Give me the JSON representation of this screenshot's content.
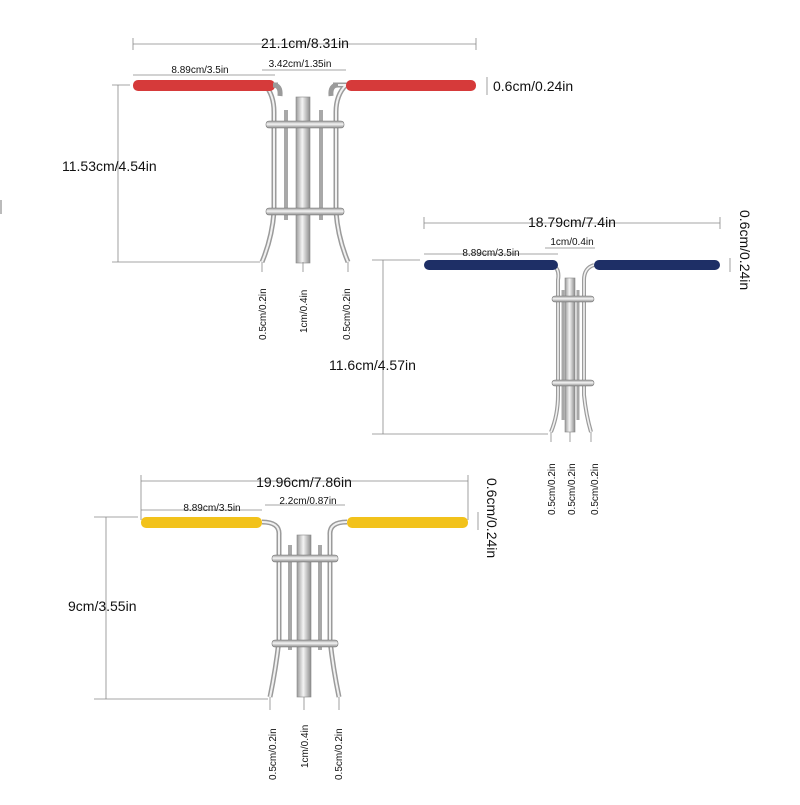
{
  "variants": [
    {
      "handle_color": "#d63a3a",
      "overall_width": "21.1cm/8.31in",
      "handle_length": "8.89cm/3.5in",
      "gap": "3.42cm/1.35in",
      "rod_diameter": "0.6cm/0.24in",
      "height": "11.53cm/4.54in",
      "tip_left": "0.5cm/0.2in",
      "tip_center": "1cm/0.4in",
      "tip_right": "0.5cm/0.2in"
    },
    {
      "handle_color": "#1e2f66",
      "overall_width": "18.79cm/7.4in",
      "handle_length": "8.89cm/3.5in",
      "gap": "1cm/0.4in",
      "rod_diameter": "0.6cm/0.24in",
      "height": "11.6cm/4.57in",
      "tip_left": "0.5cm/0.2in",
      "tip_center": "0.5cm/0.2in",
      "tip_right": "0.5cm/0.2in"
    },
    {
      "handle_color": "#f2c21b",
      "overall_width": "19.96cm/7.86in",
      "handle_length": "8.89cm/3.5in",
      "gap": "2.2cm/0.87in",
      "rod_diameter": "0.6cm/0.24in",
      "height": "9cm/3.55in",
      "tip_left": "0.5cm/0.2in",
      "tip_center": "1cm/0.4in",
      "tip_right": "0.5cm/0.2in"
    }
  ]
}
